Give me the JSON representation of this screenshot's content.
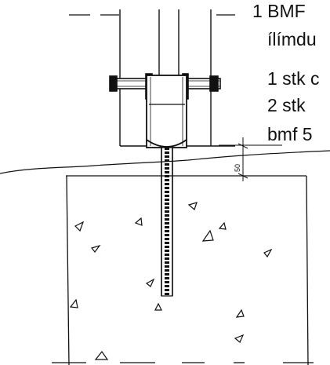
{
  "labels": {
    "line1": "1 BMF",
    "line2": "ílímdu",
    "line3": "1 stk c",
    "line4": "2 stk",
    "line5": "bmf 5"
  },
  "dimension": {
    "value": "50"
  },
  "colors": {
    "ink": "#111111",
    "background": "#ffffff"
  }
}
